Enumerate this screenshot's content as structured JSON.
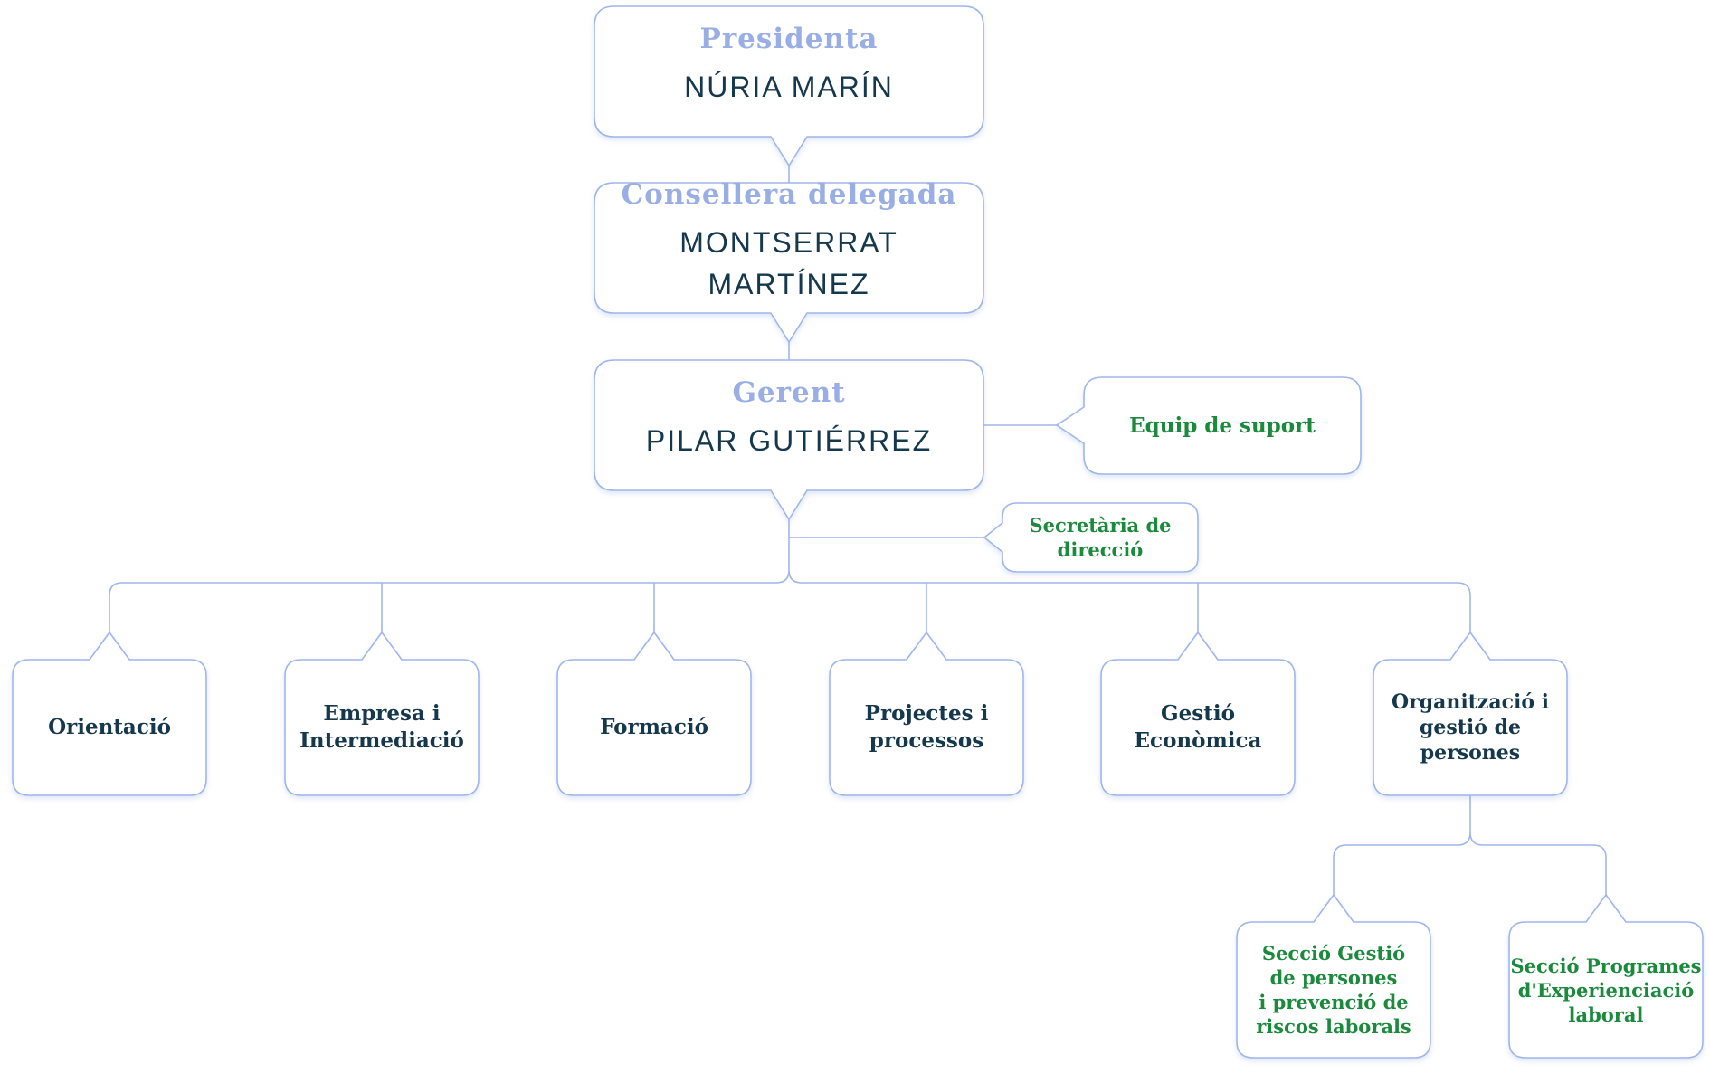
{
  "colors": {
    "border": "#9fb6ec",
    "line": "#9fb6ec",
    "role": "#9aaee6",
    "person": "#16384d",
    "dept": "#16384d",
    "support": "#1b8a3c"
  },
  "chart_data": {
    "type": "org-chart",
    "leadership": [
      {
        "role": "Presidenta",
        "name": "NÚRIA MARÍN"
      },
      {
        "role": "Consellera delegada",
        "name": "MONTSERRAT MARTÍNEZ"
      },
      {
        "role": "Gerent",
        "name": "PILAR GUTIÉRREZ"
      }
    ],
    "support_units": [
      {
        "label": "Equip de suport"
      },
      {
        "label": "Secretària de\ndirecció"
      }
    ],
    "departments": [
      {
        "label": "Orientació"
      },
      {
        "label": "Empresa i\nIntermediació"
      },
      {
        "label": "Formació"
      },
      {
        "label": "Projectes i\nprocessos"
      },
      {
        "label": "Gestió\nEconòmica"
      },
      {
        "label": "Organització i\ngestió de persones"
      }
    ],
    "sections": [
      {
        "label": "Secció Gestió\nde persones\ni prevenció de\nriscos laborals"
      },
      {
        "label": "Secció Programes\nd'Experienciació\nlaboral"
      }
    ]
  }
}
